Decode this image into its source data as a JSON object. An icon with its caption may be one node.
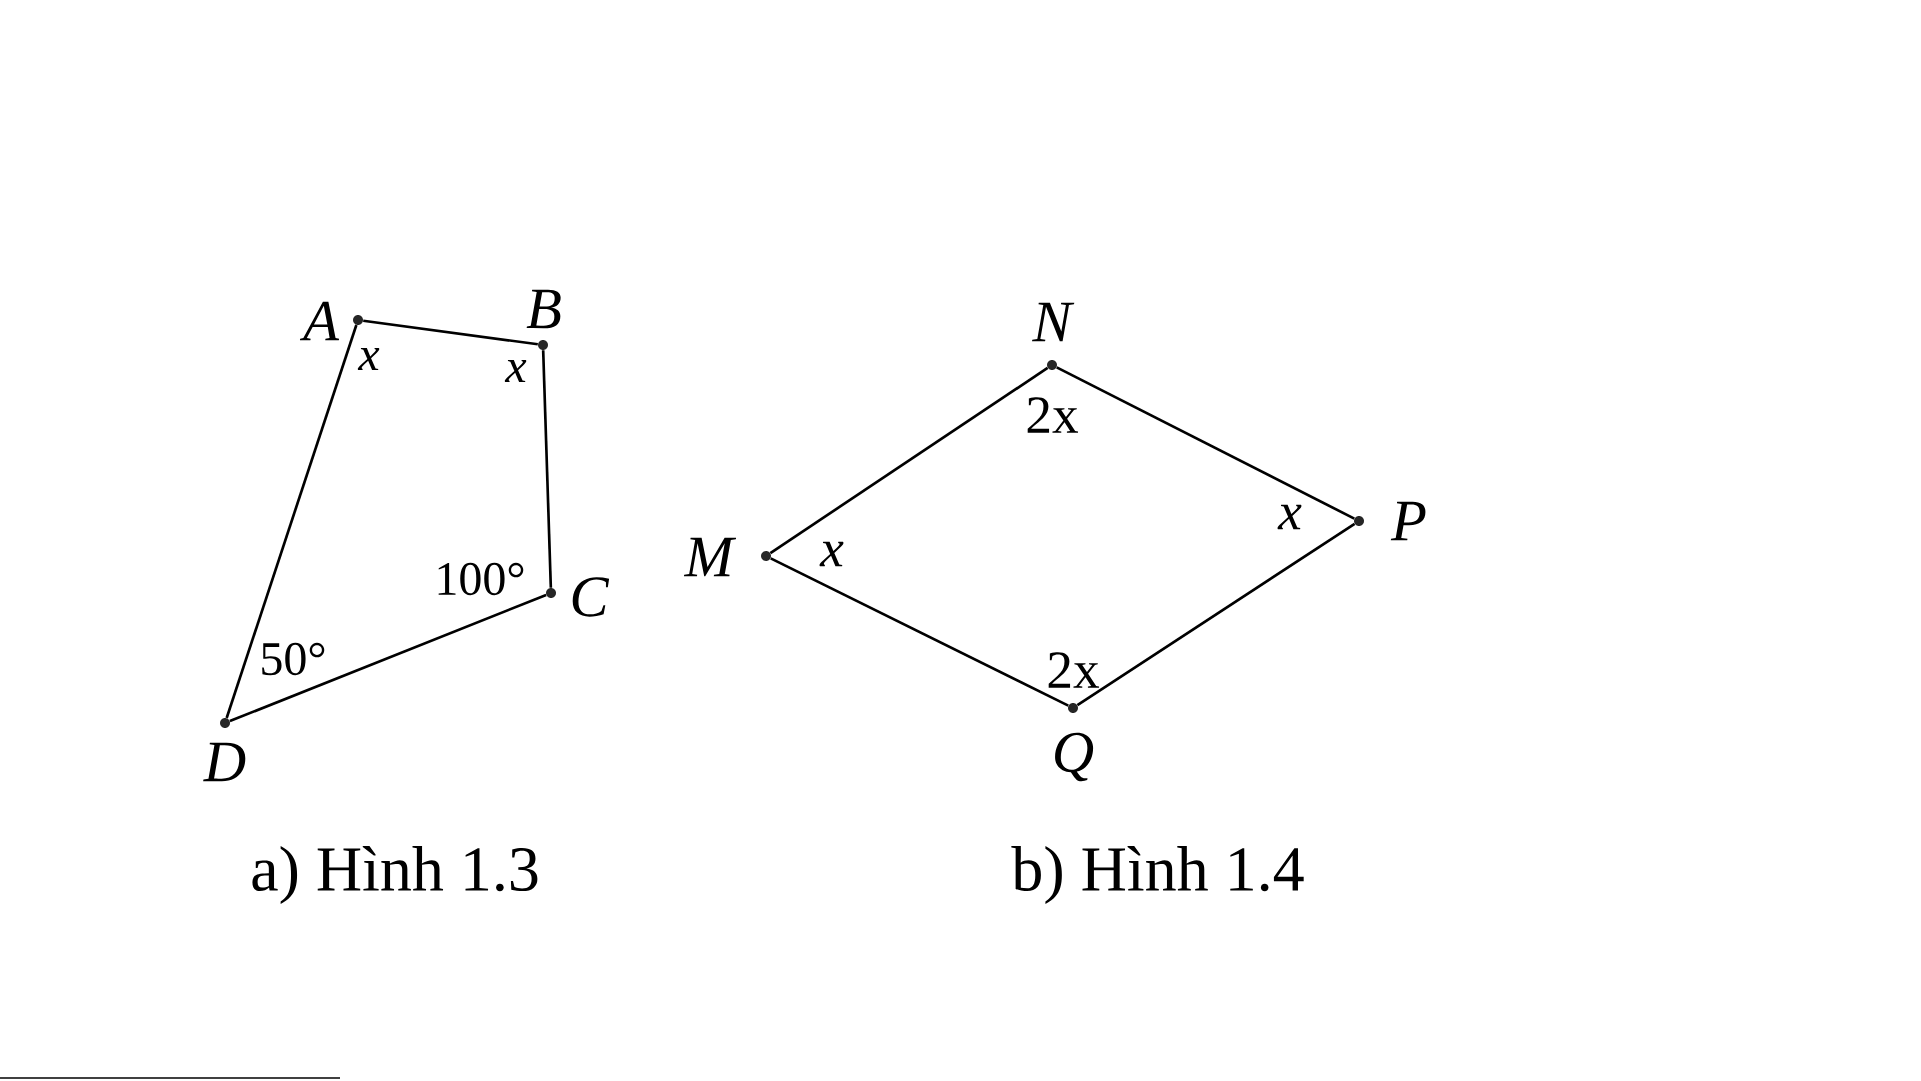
{
  "diagram": {
    "nodes": [
      {
        "text": [],
        "shape": "circle",
        "beside": [
          "A"
        ]
      },
      {
        "text": [],
        "shape": "circle",
        "beside": [
          "B"
        ]
      },
      {
        "text": [],
        "shape": "circle",
        "beside": [
          "C"
        ]
      },
      {
        "text": [],
        "shape": "circle",
        "beside": [
          "D"
        ]
      },
      {
        "text": [],
        "shape": "circle",
        "beside": [
          "M"
        ]
      },
      {
        "text": [],
        "shape": "circle",
        "beside": [
          "N"
        ]
      },
      {
        "text": [],
        "shape": "circle",
        "beside": [
          "P"
        ]
      },
      {
        "text": [],
        "shape": "circle",
        "beside": [
          "Q"
        ]
      }
    ],
    "edges": [
      {
        "from": 0,
        "to": 1,
        "arrow": "none"
      },
      {
        "from": 1,
        "to": 2,
        "arrow": "none"
      },
      {
        "from": 2,
        "to": 3,
        "arrow": "none"
      },
      {
        "from": 3,
        "to": 0,
        "arrow": "none"
      },
      {
        "from": 4,
        "to": 5,
        "arrow": "none"
      },
      {
        "from": 5,
        "to": 6,
        "arrow": "none"
      },
      {
        "from": 6,
        "to": 7,
        "arrow": "none"
      },
      {
        "from": 7,
        "to": 4,
        "arrow": "none"
      }
    ],
    "labels": [
      "x",
      "x",
      "100°",
      "50°",
      "2x",
      "x",
      "x",
      "2x",
      "a) Hình 1.3",
      "b) Hình 1.4"
    ]
  }
}
